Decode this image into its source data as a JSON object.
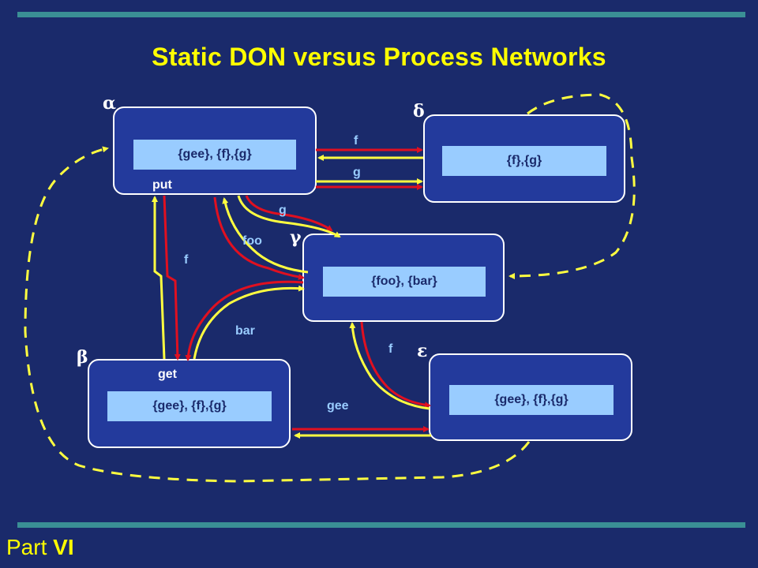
{
  "title": "Static DON versus Process Networks",
  "footer": {
    "prefix": "Part",
    "part": "VI"
  },
  "processes": {
    "alpha": {
      "symbol": "α",
      "contents": "{gee}, {f},{g}"
    },
    "delta": {
      "symbol": "δ",
      "contents": "{f},{g}"
    },
    "gamma": {
      "symbol": "γ",
      "contents": "{foo}, {bar}"
    },
    "beta": {
      "symbol": "β",
      "contents": "{gee}, {f},{g}"
    },
    "epsilon": {
      "symbol": "ε",
      "contents": "{gee}, {f},{g}"
    }
  },
  "channel_labels": {
    "put": "put",
    "get": "get",
    "f_top": "f",
    "g_top": "g",
    "g_mid": "g",
    "foo": "foo",
    "f_left": "f",
    "bar": "bar",
    "f_right": "f",
    "gee": "gee"
  },
  "colors": {
    "background": "#1a2a6b",
    "box": "#233a9c",
    "inner": "#99ccff",
    "title": "#ffff00",
    "red_arrow": "#e01020",
    "yellow_arrow": "#ffff40",
    "rule": "#3a8f95"
  }
}
